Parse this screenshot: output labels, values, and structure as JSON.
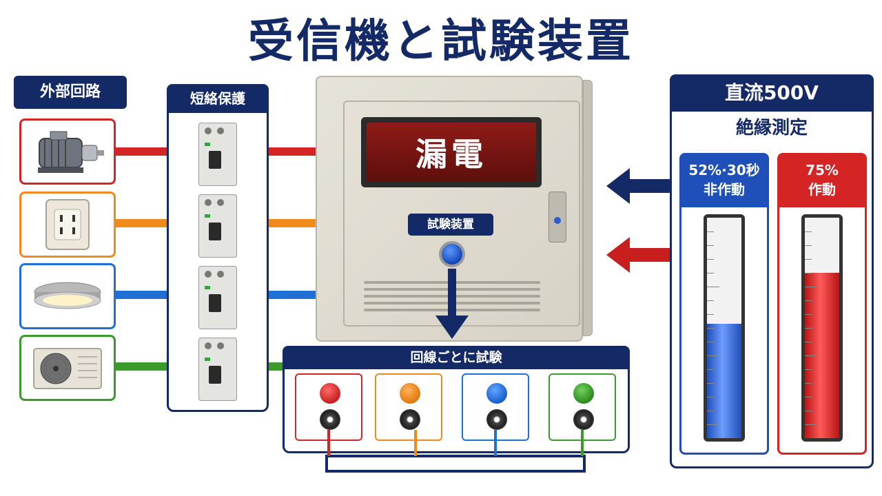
{
  "title": "受信機と試験装置",
  "external_circuit": {
    "label": "外部回路"
  },
  "breaker_group": {
    "label": "短絡保護"
  },
  "devices": [
    {
      "name": "motor",
      "border": "#d42424",
      "wire": "#d42424"
    },
    {
      "name": "outlet",
      "border": "#f08a1c",
      "wire": "#f08a1c"
    },
    {
      "name": "ceiling-light",
      "border": "#1f6fd4",
      "wire": "#1f6fd4"
    },
    {
      "name": "air-conditioner",
      "border": "#3a9a2a",
      "wire": "#3a9a2a"
    }
  ],
  "panel": {
    "display_text": "漏電",
    "test_label": "試験装置"
  },
  "per_circuit": {
    "header": "回線ごとに試験",
    "lamps": [
      "#d42424",
      "#f08a1c",
      "#1f6fd4",
      "#3a9a2a"
    ]
  },
  "insulation": {
    "header": "直流500V",
    "subheader": "絶縁測定",
    "gauges": [
      {
        "line1": "52%·30秒",
        "line2": "非作動",
        "color": "#1f4fb8",
        "level": 0.52
      },
      {
        "line1": "75%",
        "line2": "作動",
        "color": "#d42424",
        "level": 0.75
      }
    ]
  },
  "colors": {
    "navy": "#142a66",
    "red": "#d42424",
    "orange": "#f08a1c",
    "blue": "#1f6fd4",
    "green": "#3a9a2a"
  }
}
